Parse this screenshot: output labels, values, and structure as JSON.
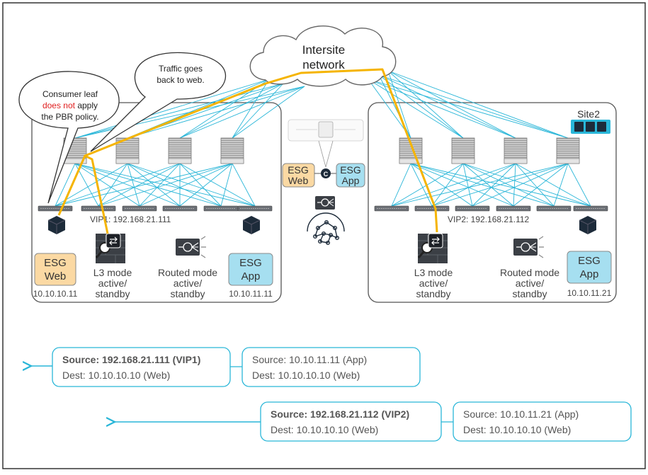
{
  "cloud": {
    "line1": "Intersite",
    "line2": "network"
  },
  "site1": {
    "vip": "VIP1: 192.168.21.111",
    "esg_web": {
      "line1": "ESG",
      "line2": "Web",
      "ip": "10.10.10.11"
    },
    "esg_app": {
      "line1": "ESG",
      "line2": "App",
      "ip": "10.10.11.11"
    },
    "firewall": {
      "line1": "L3 mode",
      "line2": "active/",
      "line3": "standby"
    },
    "lb": {
      "line1": "Routed mode",
      "line2": "active/",
      "line3": "standby"
    }
  },
  "site2": {
    "title": "Site2",
    "vip": "VIP2: 192.168.21.112",
    "esg_app": {
      "line1": "ESG",
      "line2": "App",
      "ip": "10.10.11.21"
    },
    "firewall": {
      "line1": "L3 mode",
      "line2": "active/",
      "line3": "standby"
    },
    "lb": {
      "line1": "Routed mode",
      "line2": "active/",
      "line3": "standby"
    }
  },
  "center": {
    "esg_web": {
      "line1": "ESG",
      "line2": "Web"
    },
    "esg_app": {
      "line1": "ESG",
      "line2": "App"
    },
    "contract": "C"
  },
  "callouts": {
    "consumer": {
      "line1": "Consumer leaf",
      "line2a": "does not",
      "line2b": " apply",
      "line3": "the PBR policy."
    },
    "traffic": {
      "line1": "Traffic goes",
      "line2": "back to web."
    }
  },
  "packets": {
    "row1": {
      "left": {
        "source": "Source: 192.168.21.111 (VIP1)",
        "dest": "Dest: 10.10.10.10 (Web)"
      },
      "right": {
        "source": "Source: 10.10.11.11 (App)",
        "dest": "Dest: 10.10.10.10 (Web)"
      }
    },
    "row2": {
      "left": {
        "source": "Source: 192.168.21.112 (VIP2)",
        "dest": "Dest: 10.10.10.10 (Web)"
      },
      "right": {
        "source": "Source: 10.10.11.21 (App)",
        "dest": "Dest: 10.10.10.10 (Web)"
      }
    }
  },
  "colors": {
    "fabric_link": "#29b6d8",
    "traffic_path": "#f5b400",
    "esg_web_fill": "#fbd9a3",
    "esg_app_fill": "#a6dff0",
    "highlight_red": "#e02020"
  }
}
